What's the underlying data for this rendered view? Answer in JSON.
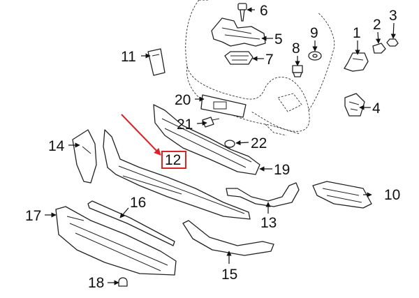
{
  "callouts": {
    "c1": "1",
    "c2": "2",
    "c3": "3",
    "c4": "4",
    "c5": "5",
    "c6": "6",
    "c7": "7",
    "c8": "8",
    "c9": "9",
    "c10": "10",
    "c11": "11",
    "c12": "12",
    "c13": "13",
    "c14": "14",
    "c15": "15",
    "c16": "16",
    "c17": "17",
    "c18": "18",
    "c19": "19",
    "c20": "20",
    "c21": "21",
    "c22": "22"
  },
  "highlight": {
    "part": "12",
    "box_color": "#d8232a",
    "arrow_color": "#d8232a"
  },
  "line_color": "#222222",
  "background": "#ffffff"
}
